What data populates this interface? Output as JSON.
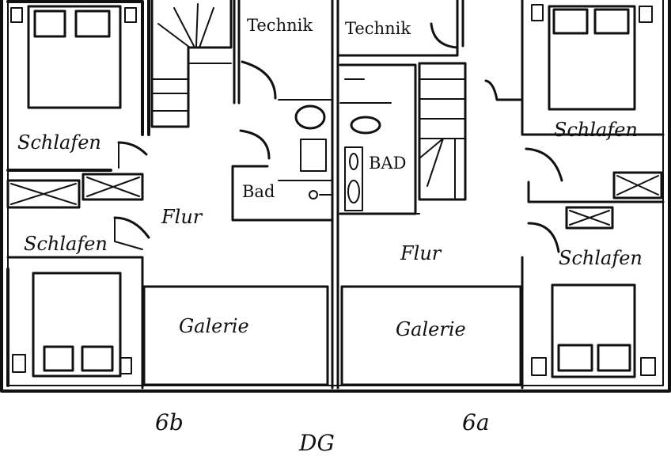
{
  "plan": {
    "house_6b": {
      "unit_label": "6b",
      "rooms": {
        "bedroom_top": "Schlafen",
        "bedroom_bottom": "Schlafen",
        "hall": "Flur",
        "gallery": "Galerie",
        "technik": "Technik",
        "bath": "Bad"
      }
    },
    "house_6a": {
      "unit_label": "6a",
      "rooms": {
        "bedroom_top": "Schlafen",
        "bedroom_bottom": "Schlafen",
        "hall": "Flur",
        "gallery": "Galerie",
        "technik": "Technik",
        "bath": "BAD"
      }
    },
    "bottom_partial_text": "DG"
  }
}
